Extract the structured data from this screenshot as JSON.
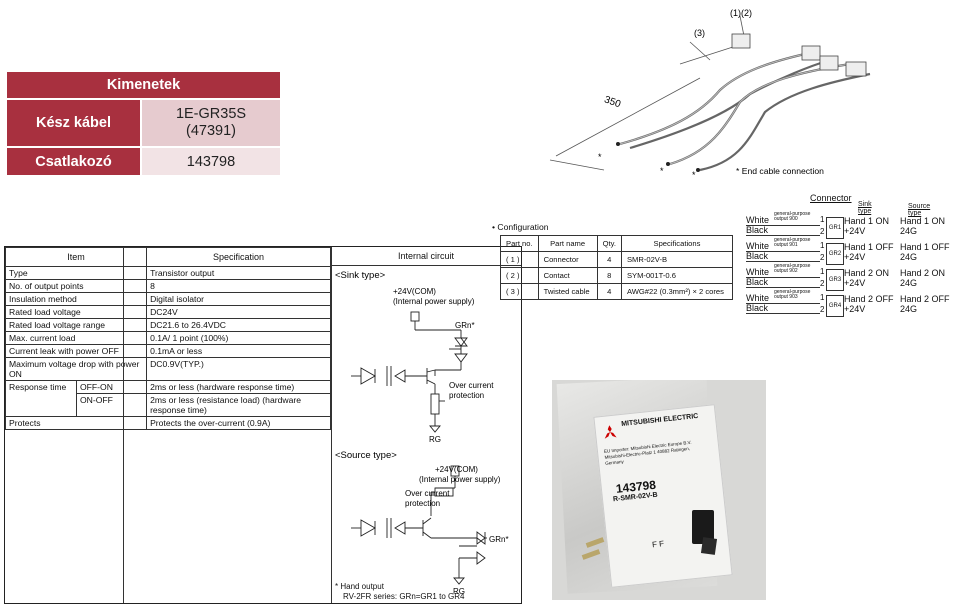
{
  "kimenetek": {
    "title": "Kimenetek",
    "rows": [
      {
        "label": "Kész kábel",
        "value_line1": "1E-GR35S",
        "value_line2": "(47391)"
      },
      {
        "label": "Csatlakozó",
        "value_line1": "143798"
      }
    ]
  },
  "spec": {
    "headers": [
      "Item",
      "Specification",
      "Internal circuit"
    ],
    "rows": [
      {
        "item": "Type",
        "spec": "Transistor output"
      },
      {
        "item": "No. of output points",
        "spec": "8"
      },
      {
        "item": "Insulation method",
        "spec": "Digital isolator"
      },
      {
        "item": "Rated load voltage",
        "spec": "DC24V"
      },
      {
        "item": "Rated load voltage range",
        "spec": "DC21.6 to 26.4VDC"
      },
      {
        "item": "Max. current load",
        "spec": "0.1A/ 1 point (100%)"
      },
      {
        "item": "Current leak with power OFF",
        "spec": "0.1mA or less"
      },
      {
        "item": "Maximum voltage drop with power ON",
        "spec": "DC0.9V(TYP.)"
      },
      {
        "item": "Response time",
        "sub": "OFF-ON",
        "spec": "2ms or less (hardware response time)"
      },
      {
        "sub": "ON-OFF",
        "spec": "2ms or less (resistance load) (hardware response time)"
      },
      {
        "item": "Protects",
        "spec": "Protects the over-current (0.9A)"
      }
    ],
    "circuit": {
      "sink_title": "<Sink type>",
      "source_title": "<Source type>",
      "com": "+24V(COM)",
      "supply": "(Internal power supply)",
      "grn": "GRn*",
      "overcurrent_1": "Over current",
      "overcurrent_2": "protection",
      "rg": "RG",
      "note_1": "* Hand output",
      "note_2": "RV-2FR series: GRn=GR1 to GR4"
    }
  },
  "cable_drawing": {
    "label_12": "(1)(2)",
    "label_3": "(3)",
    "length": "350",
    "end_note": "* End cable connection"
  },
  "configuration": {
    "title": "• Configuration",
    "headers": [
      "Part no.",
      "Part name",
      "Qty.",
      "Specifications"
    ],
    "rows": [
      [
        "( 1 )",
        "Connector",
        "4",
        "SMR-02V-B"
      ],
      [
        "( 2 )",
        "Contact",
        "8",
        "SYM-001T-0.6"
      ],
      [
        "( 3 )",
        "Twisted cable",
        "4",
        "AWG#22 (0.3mm²) × 2 cores"
      ]
    ]
  },
  "connector_table": {
    "title": "Connector",
    "sink_head": "Sink type",
    "source_head": "Source type",
    "groups": [
      {
        "gp": "general-purpose output 900",
        "gr": "GR1",
        "sink1": "Hand 1 ON",
        "sink2": "+24V",
        "src1": "Hand 1 ON",
        "src2": "24G"
      },
      {
        "gp": "general-purpose output 901",
        "gr": "GR2",
        "sink1": "Hand 1 OFF",
        "sink2": "+24V",
        "src1": "Hand 1 OFF",
        "src2": "24G"
      },
      {
        "gp": "general-purpose output 902",
        "gr": "GR3",
        "sink1": "Hand 2 ON",
        "sink2": "+24V",
        "src1": "Hand 2 ON",
        "src2": "24G"
      },
      {
        "gp": "general-purpose output 903",
        "gr": "GR4",
        "sink1": "Hand 2 OFF",
        "sink2": "+24V",
        "src1": "Hand 2 OFF",
        "src2": "24G"
      }
    ],
    "white": "White",
    "black": "Black",
    "pin1": "1",
    "pin2": "2"
  },
  "photo": {
    "brand": "MITSUBISHI ELECTRIC",
    "importer": "EU Importer: Mitsubishi Electric Europe B.V. Mitsubishi-Electric-Platz 1 40882 Ratingen, Germany",
    "part_no": "143798",
    "part_name": "R-SMR-02V-B",
    "ff": "F F"
  }
}
